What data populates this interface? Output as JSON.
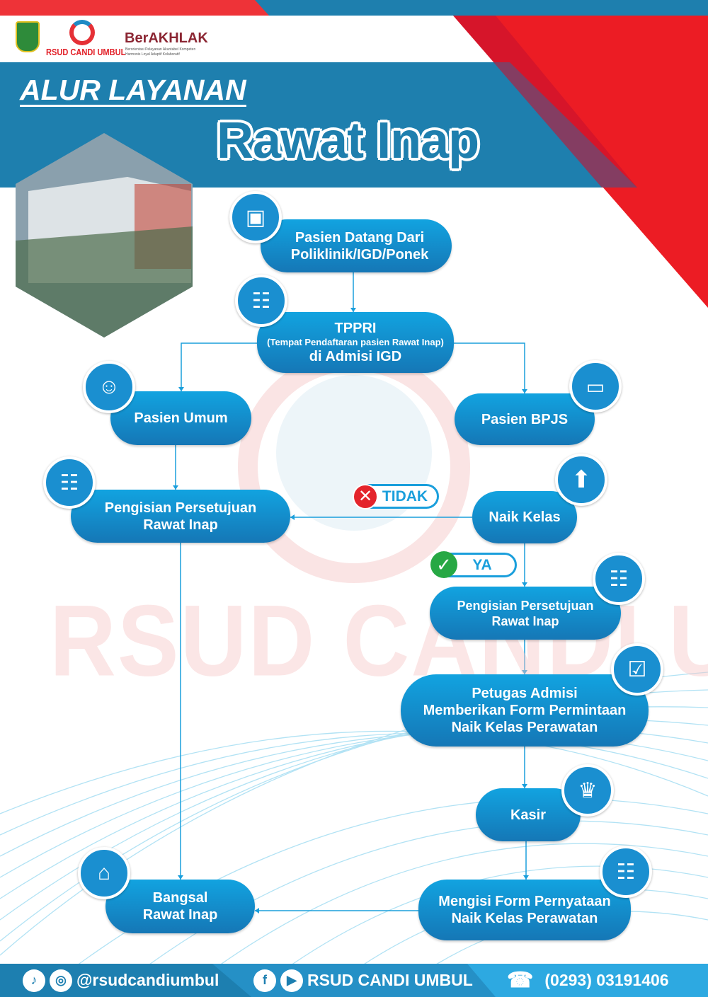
{
  "header": {
    "org_name": "RSUD CANDI UMBUL",
    "berakhlak": "BerAKHLAK",
    "berakhlak_sub1": "Berorientasi Pelayanan Akuntabel Kompeten",
    "berakhlak_sub2": "Harmonis Loyal Adaptif Kolaboratif",
    "title_top": "ALUR LAYANAN",
    "title_main": "Rawat Inap"
  },
  "watermark": "RSUD CANDI UMBUL",
  "nodes": {
    "datang": [
      "Pasien Datang Dari",
      "Poliklinik/IGD/Ponek"
    ],
    "tppri": {
      "title": "TPPRI",
      "sub": "(Tempat Pendaftaran pasien Rawat Inap)",
      "line2": "di Admisi IGD"
    },
    "umum": "Pasien Umum",
    "bpjs": "Pasien BPJS",
    "pengisian_left": [
      "Pengisian Persetujuan",
      "Rawat Inap"
    ],
    "naik": "Naik Kelas",
    "pengisian_right": [
      "Pengisian Persetujuan",
      "Rawat Inap"
    ],
    "petugas": [
      "Petugas Admisi",
      "Memberikan Form Permintaan",
      "Naik Kelas Perawatan"
    ],
    "kasir": "Kasir",
    "mengisi": [
      "Mengisi Form Pernyataan",
      "Naik Kelas Perawatan"
    ],
    "bangsal": [
      "Bangsal",
      "Rawat Inap"
    ]
  },
  "decisions": {
    "no": "TIDAK",
    "yes": "YA"
  },
  "footer": {
    "social": "@rsudcandiumbul",
    "page": "RSUD CANDI UMBUL",
    "phone": "(0293) 03191406"
  },
  "colors": {
    "blue": "#1a9fdc",
    "dark_blue": "#1d7fb0",
    "red": "#ec1c24"
  }
}
